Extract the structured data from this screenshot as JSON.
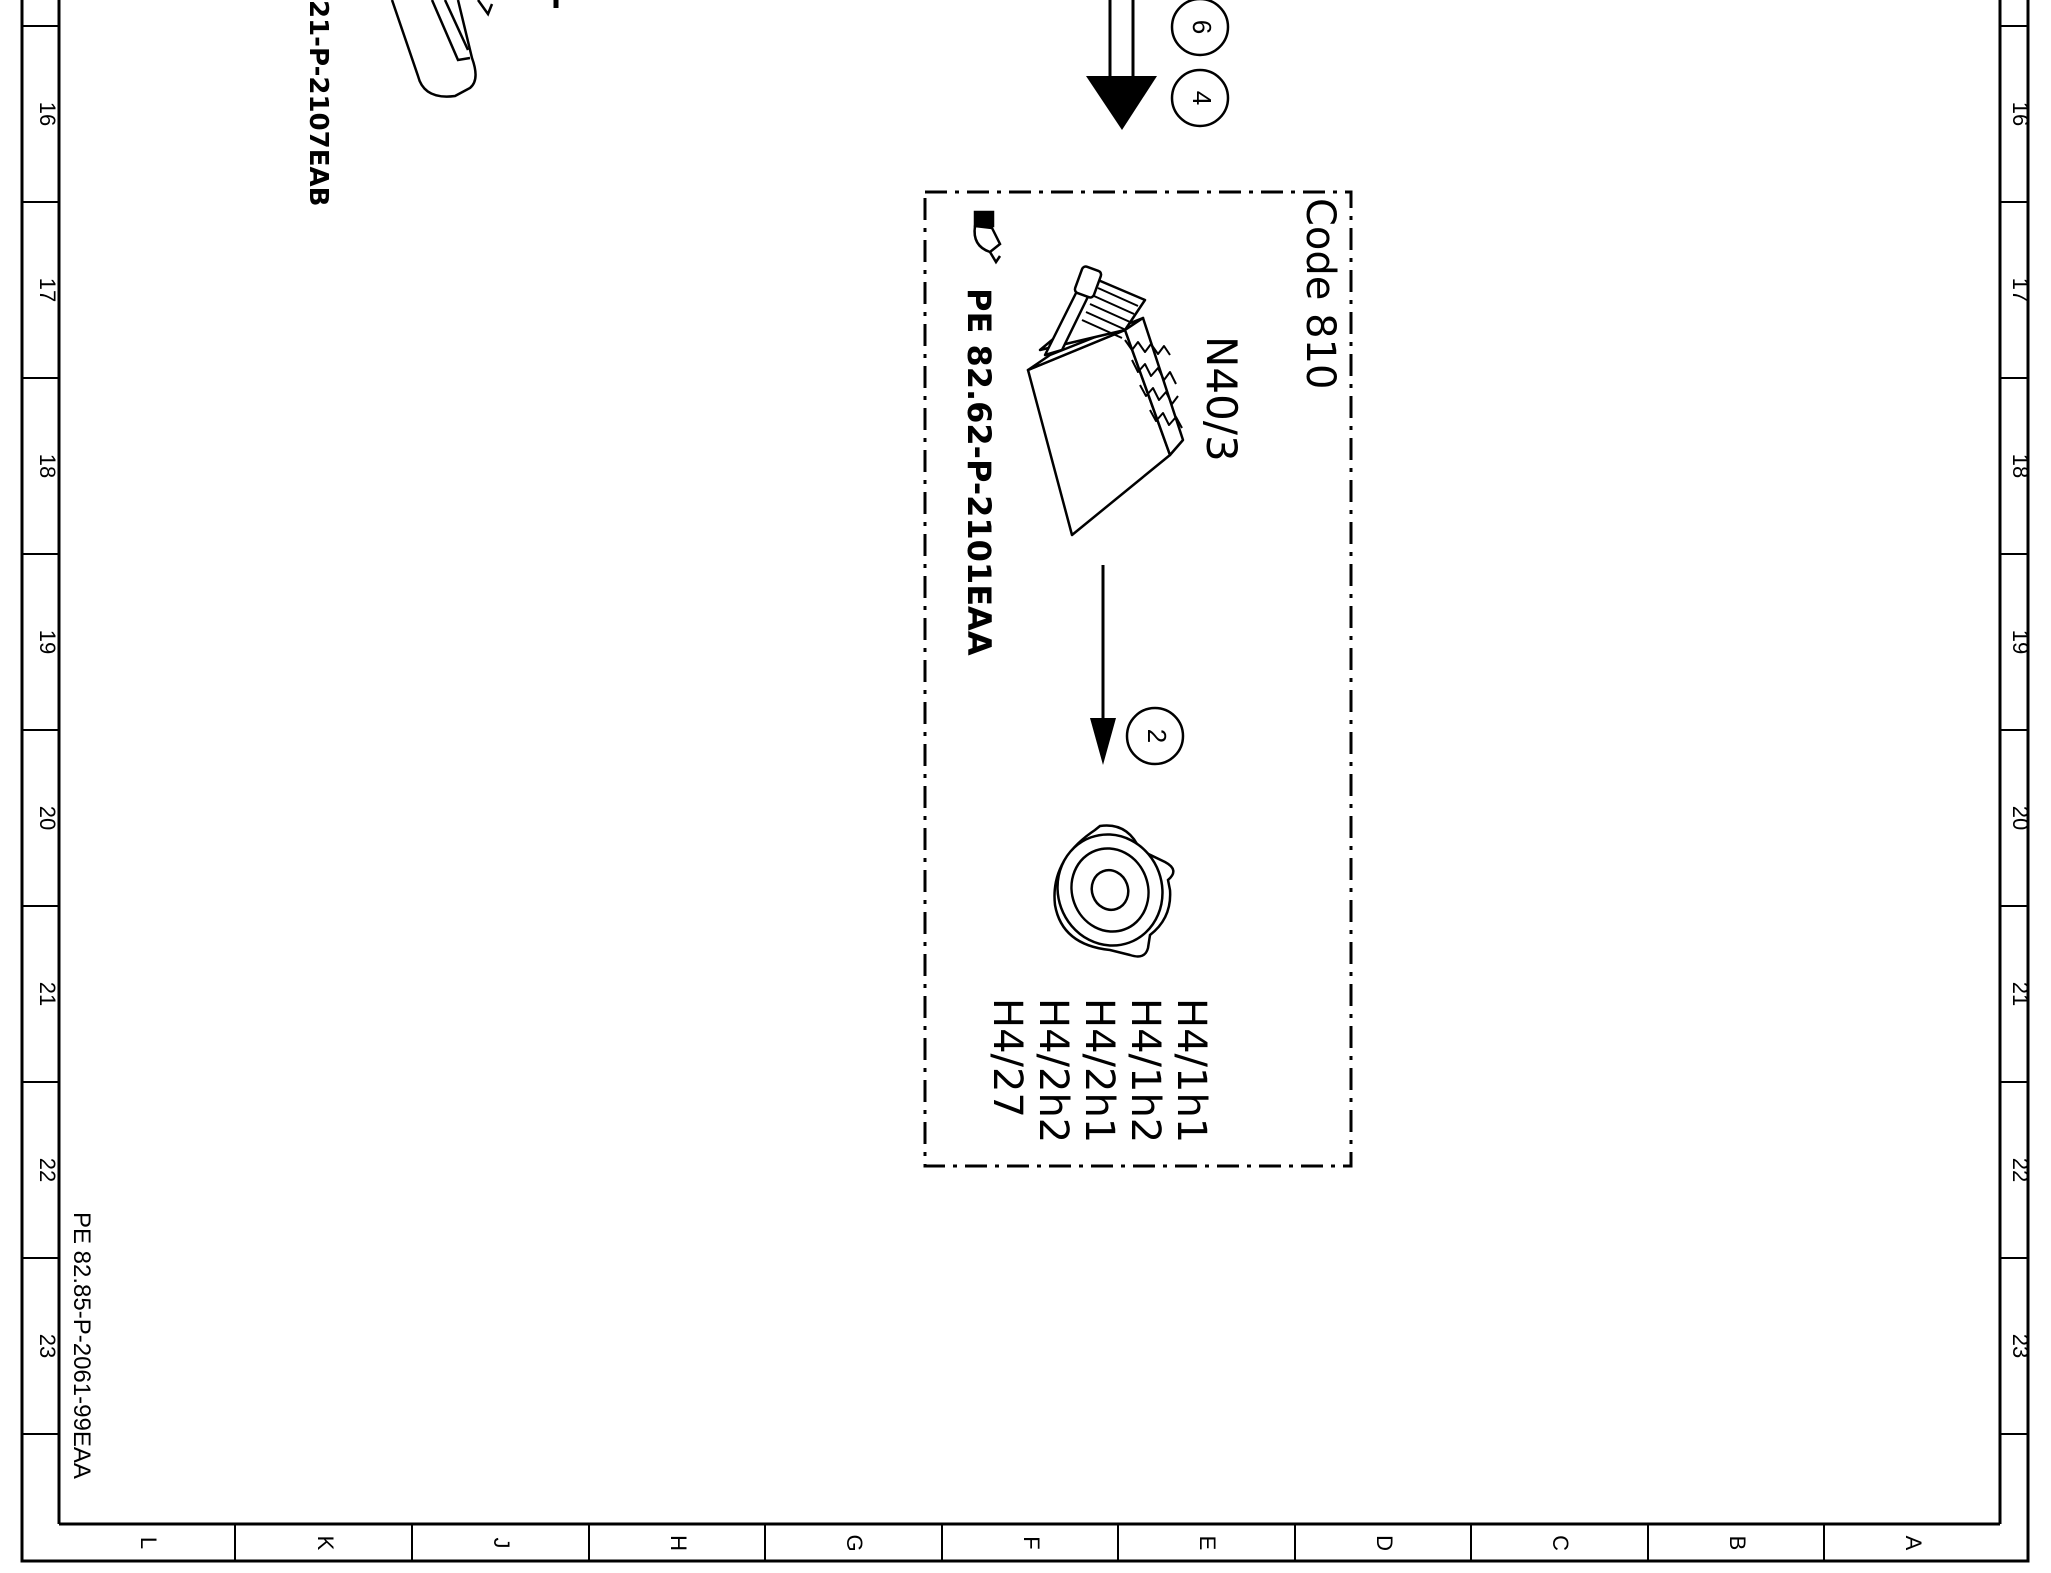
{
  "drawing": {
    "sheet_reference": "PE 82.85-P-2061-99EAA",
    "partial_reference_top_left": "21-P-2107EAB",
    "row_labels": [
      "16",
      "17",
      "18",
      "19",
      "20",
      "21",
      "22",
      "23"
    ],
    "column_labels": [
      "L",
      "K",
      "J",
      "H",
      "G",
      "F",
      "E",
      "D",
      "C",
      "B",
      "A"
    ],
    "callouts_top": [
      "6",
      "4"
    ],
    "code_box": {
      "code_label": "Code 810",
      "module_label": "N40/3",
      "reference": "PE 82.62-P-2101EAA",
      "callout": "2",
      "speaker_labels": [
        "H4/1h1",
        "H4/1h2",
        "H4/2h1",
        "H4/2h2",
        "H4/27"
      ]
    },
    "icons": {
      "reference_pointer": "pointing-hand-icon",
      "module": "amplifier-module-icon",
      "speaker": "speaker-icon"
    },
    "colors": {
      "ink": "#000000",
      "paper": "#ffffff"
    }
  }
}
